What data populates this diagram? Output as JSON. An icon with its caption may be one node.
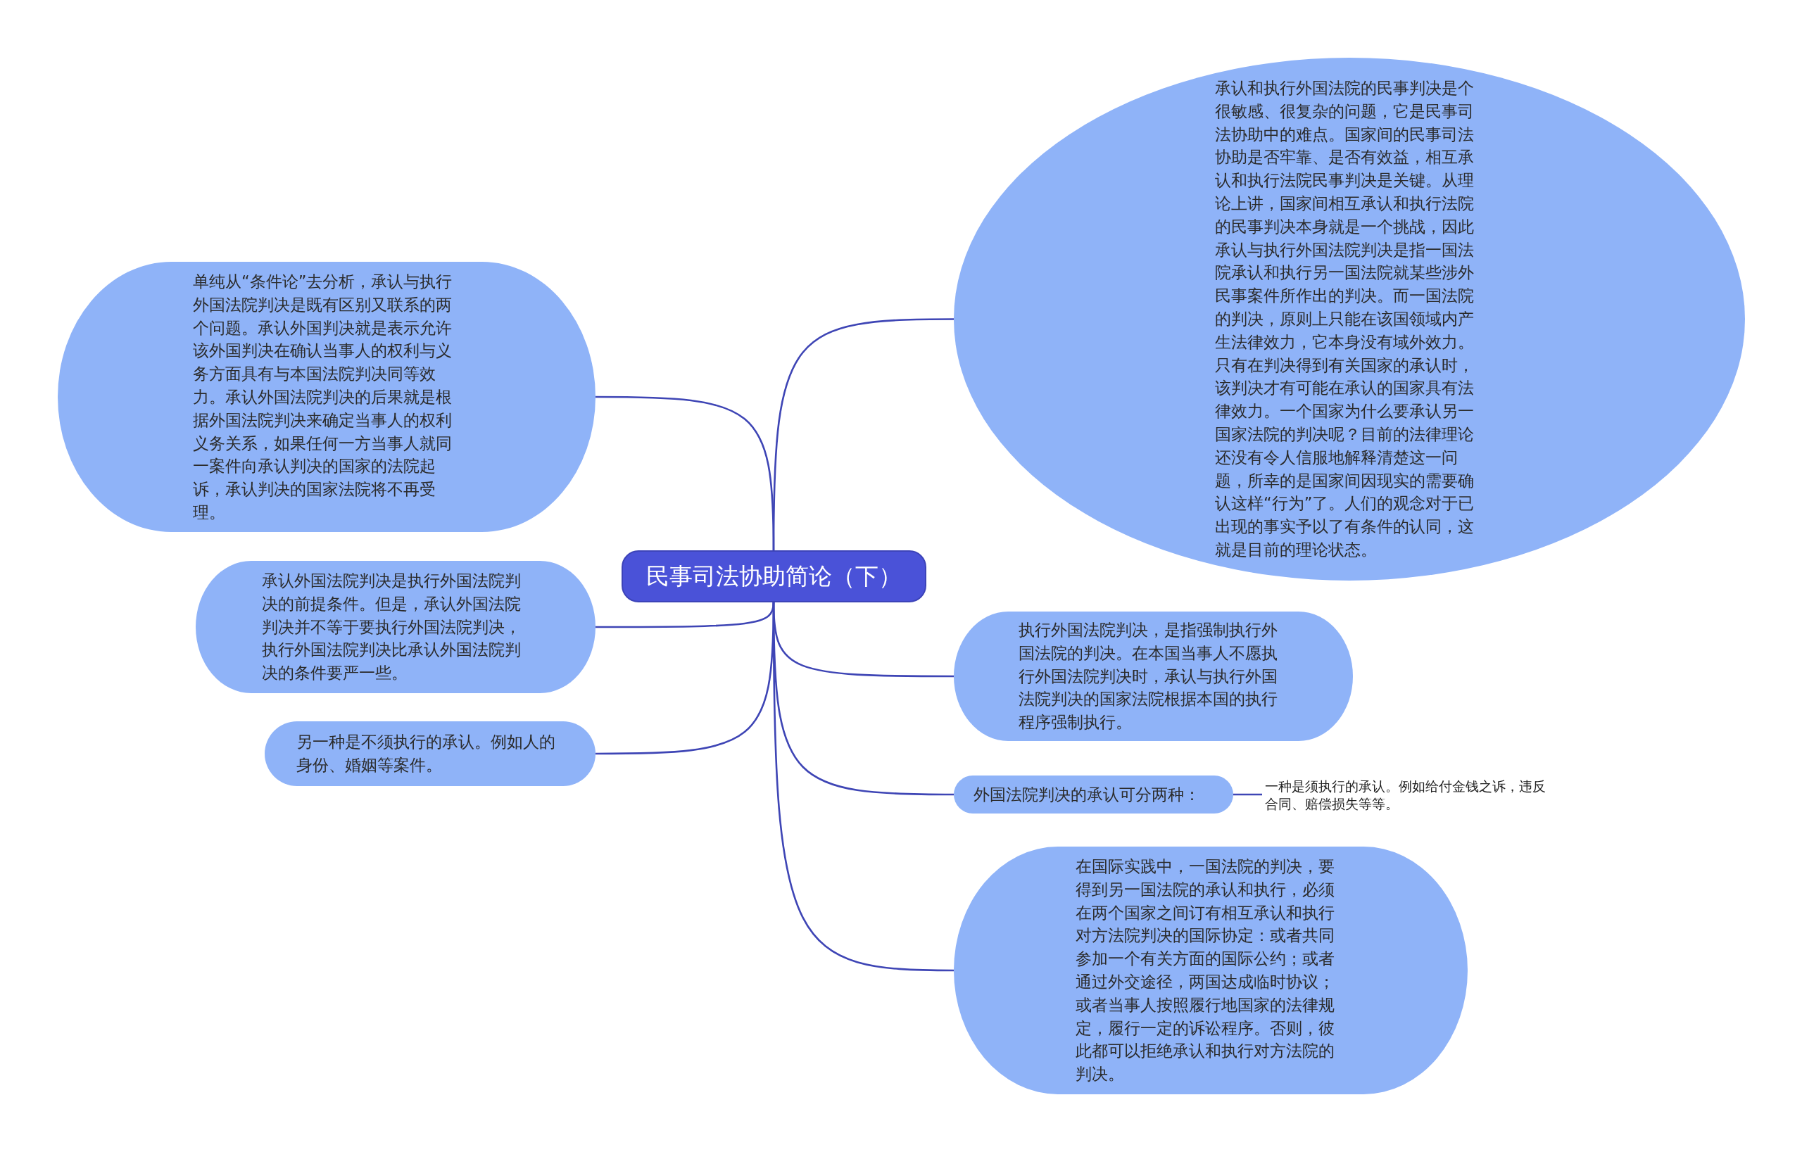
{
  "diagram": {
    "nodes": [
      {
        "text": [
          "民事司法协助简论（下）"
        ]
      },
      {
        "text": [
          "承认和执行外国法院的民事判决是个很敏感、很复杂的问题，它是民事司法协助中的难点。国家间的民事司法协助是否牢靠、是否有效益，相互承认和执行法院民事判决是关键。从理论上讲，国家间相互承认和执行法院的民事判决本身就是一个挑战，因此承认与执行外国法院判决是指一国法院承认和执行另一国法院就某些涉外民事案件所作出的判决。而一国法院的判决，原则上只能在该国领域内产生法律效力，它本身没有域外效力。只有在判决得到有关国家的承认时，该判决才有可能在承认的国家具有法律效力。一个国家为什么要承认另一国家法院的判决呢？目前的法律理论还没有令人信服地解释清楚这一问题，所幸的是国家间因现实的需要确认这样“行为”了。人们的观念对于已出现的事实予以了有条件的认同，这就是目前的理论状态。"
        ]
      },
      {
        "text": [
          "单纯从“条件论”去分析，承认与执行外国法院判决是既有区别又联系的两个问题。承认外国判决就是表示允许该外国判决在确认当事人的权利与义务方面具有与本国法院判决同等效力。承认外国法院判决的后果就是根据外国法院判决来确定当事人的权利义务关系，如果任何一方当事人就同一案件向承认判决的国家的法院起诉，承认判决的国家法院将不再受理。"
        ]
      },
      {
        "text": [
          "承认外国法院判决是执行外国法院判决的前提条件。但是，承认外国法院判决并不等于要执行外国法院判决，执行外国法院判决比承认外国法院判决的条件要严一些。"
        ]
      },
      {
        "text": [
          "另一种是不须执行的承认。例如人的身份、婚姻等案件。"
        ]
      },
      {
        "text": [
          "执行外国法院判决，是指强制执行外国法院的判决。在本国当事人不愿执行外国法院判决时，承认与执行外国法院判决的国家法院根据本国的执行程序强制执行。"
        ]
      },
      {
        "text": [
          "外国法院判决的承认可分两种："
        ]
      },
      {
        "text": [
          "一种是须执行的承认。例如给付金钱之诉，违反合同、赔偿损失等等。"
        ]
      },
      {
        "text": [
          "在国际实践中，一国法院的判决，要得到另一国法院的承认和执行，必须在两个国家之间订有相互承认和执行对方法院判决的国际协定：或者共同参加一个有关方面的国际公约；或者通过外交途径，两国达成临时协议；或者当事人按照履行地国家的法律规定，履行一定的诉讼程序。否则，彼此都可以拒绝承认和执行对方法院的判决。"
        ]
      }
    ],
    "edges": [
      {
        "from": 0,
        "to": 1,
        "arrow": "none"
      },
      {
        "from": 0,
        "to": 2,
        "arrow": "none"
      },
      {
        "from": 0,
        "to": 3,
        "arrow": "none"
      },
      {
        "from": 0,
        "to": 4,
        "arrow": "none"
      },
      {
        "from": 0,
        "to": 5,
        "arrow": "none"
      },
      {
        "from": 0,
        "to": 6,
        "arrow": "none"
      },
      {
        "from": 6,
        "to": 7,
        "arrow": "none"
      },
      {
        "from": 0,
        "to": 8,
        "arrow": "none"
      }
    ]
  }
}
